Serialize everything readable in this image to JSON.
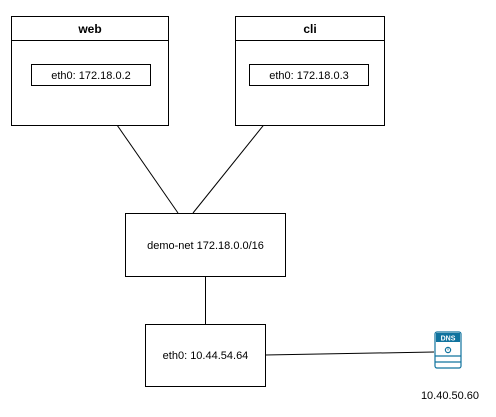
{
  "containers": {
    "web": {
      "title": "web",
      "interface": "eth0: 172.18.0.2"
    },
    "cli": {
      "title": "cli",
      "interface": "eth0: 172.18.0.3"
    }
  },
  "network": {
    "label": "demo-net 172.18.0.0/16"
  },
  "host": {
    "interface": "eth0: 10.44.54.64"
  },
  "dns_server": {
    "badge": "DNS",
    "ip": "10.40.50.60",
    "icon": "dns-server-icon",
    "color": "#10739e"
  },
  "colors": {
    "line": "#000000",
    "fill": "#ffffff"
  }
}
